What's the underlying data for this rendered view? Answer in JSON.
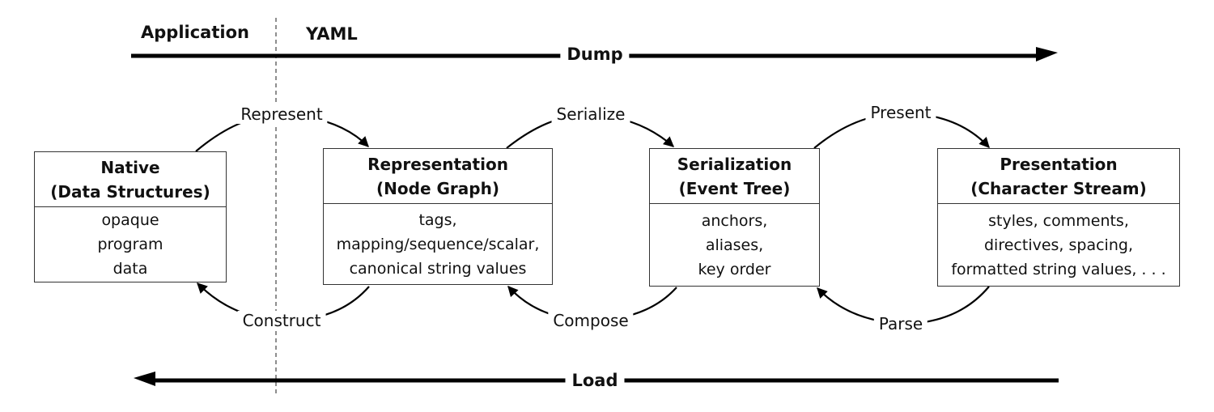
{
  "headers": {
    "application": "Application",
    "yaml": "YAML"
  },
  "flows": {
    "dump": "Dump",
    "load": "Load"
  },
  "boxes": [
    {
      "title": [
        "Native",
        "(Data Structures)"
      ],
      "contents": [
        "opaque",
        "program",
        "data"
      ]
    },
    {
      "title": [
        "Representation",
        "(Node Graph)"
      ],
      "contents": [
        "tags,",
        "mapping/sequence/scalar,",
        "canonical string values"
      ]
    },
    {
      "title": [
        "Serialization",
        "(Event Tree)"
      ],
      "contents": [
        "anchors,",
        "aliases,",
        "key order"
      ]
    },
    {
      "title": [
        "Presentation",
        "(Character Stream)"
      ],
      "contents": [
        "styles, comments,",
        "directives, spacing,",
        "formatted string values, . . ."
      ]
    }
  ],
  "operations": {
    "forward": [
      "Represent",
      "Serialize",
      "Present"
    ],
    "backward": [
      "Construct",
      "Compose",
      "Parse"
    ]
  }
}
